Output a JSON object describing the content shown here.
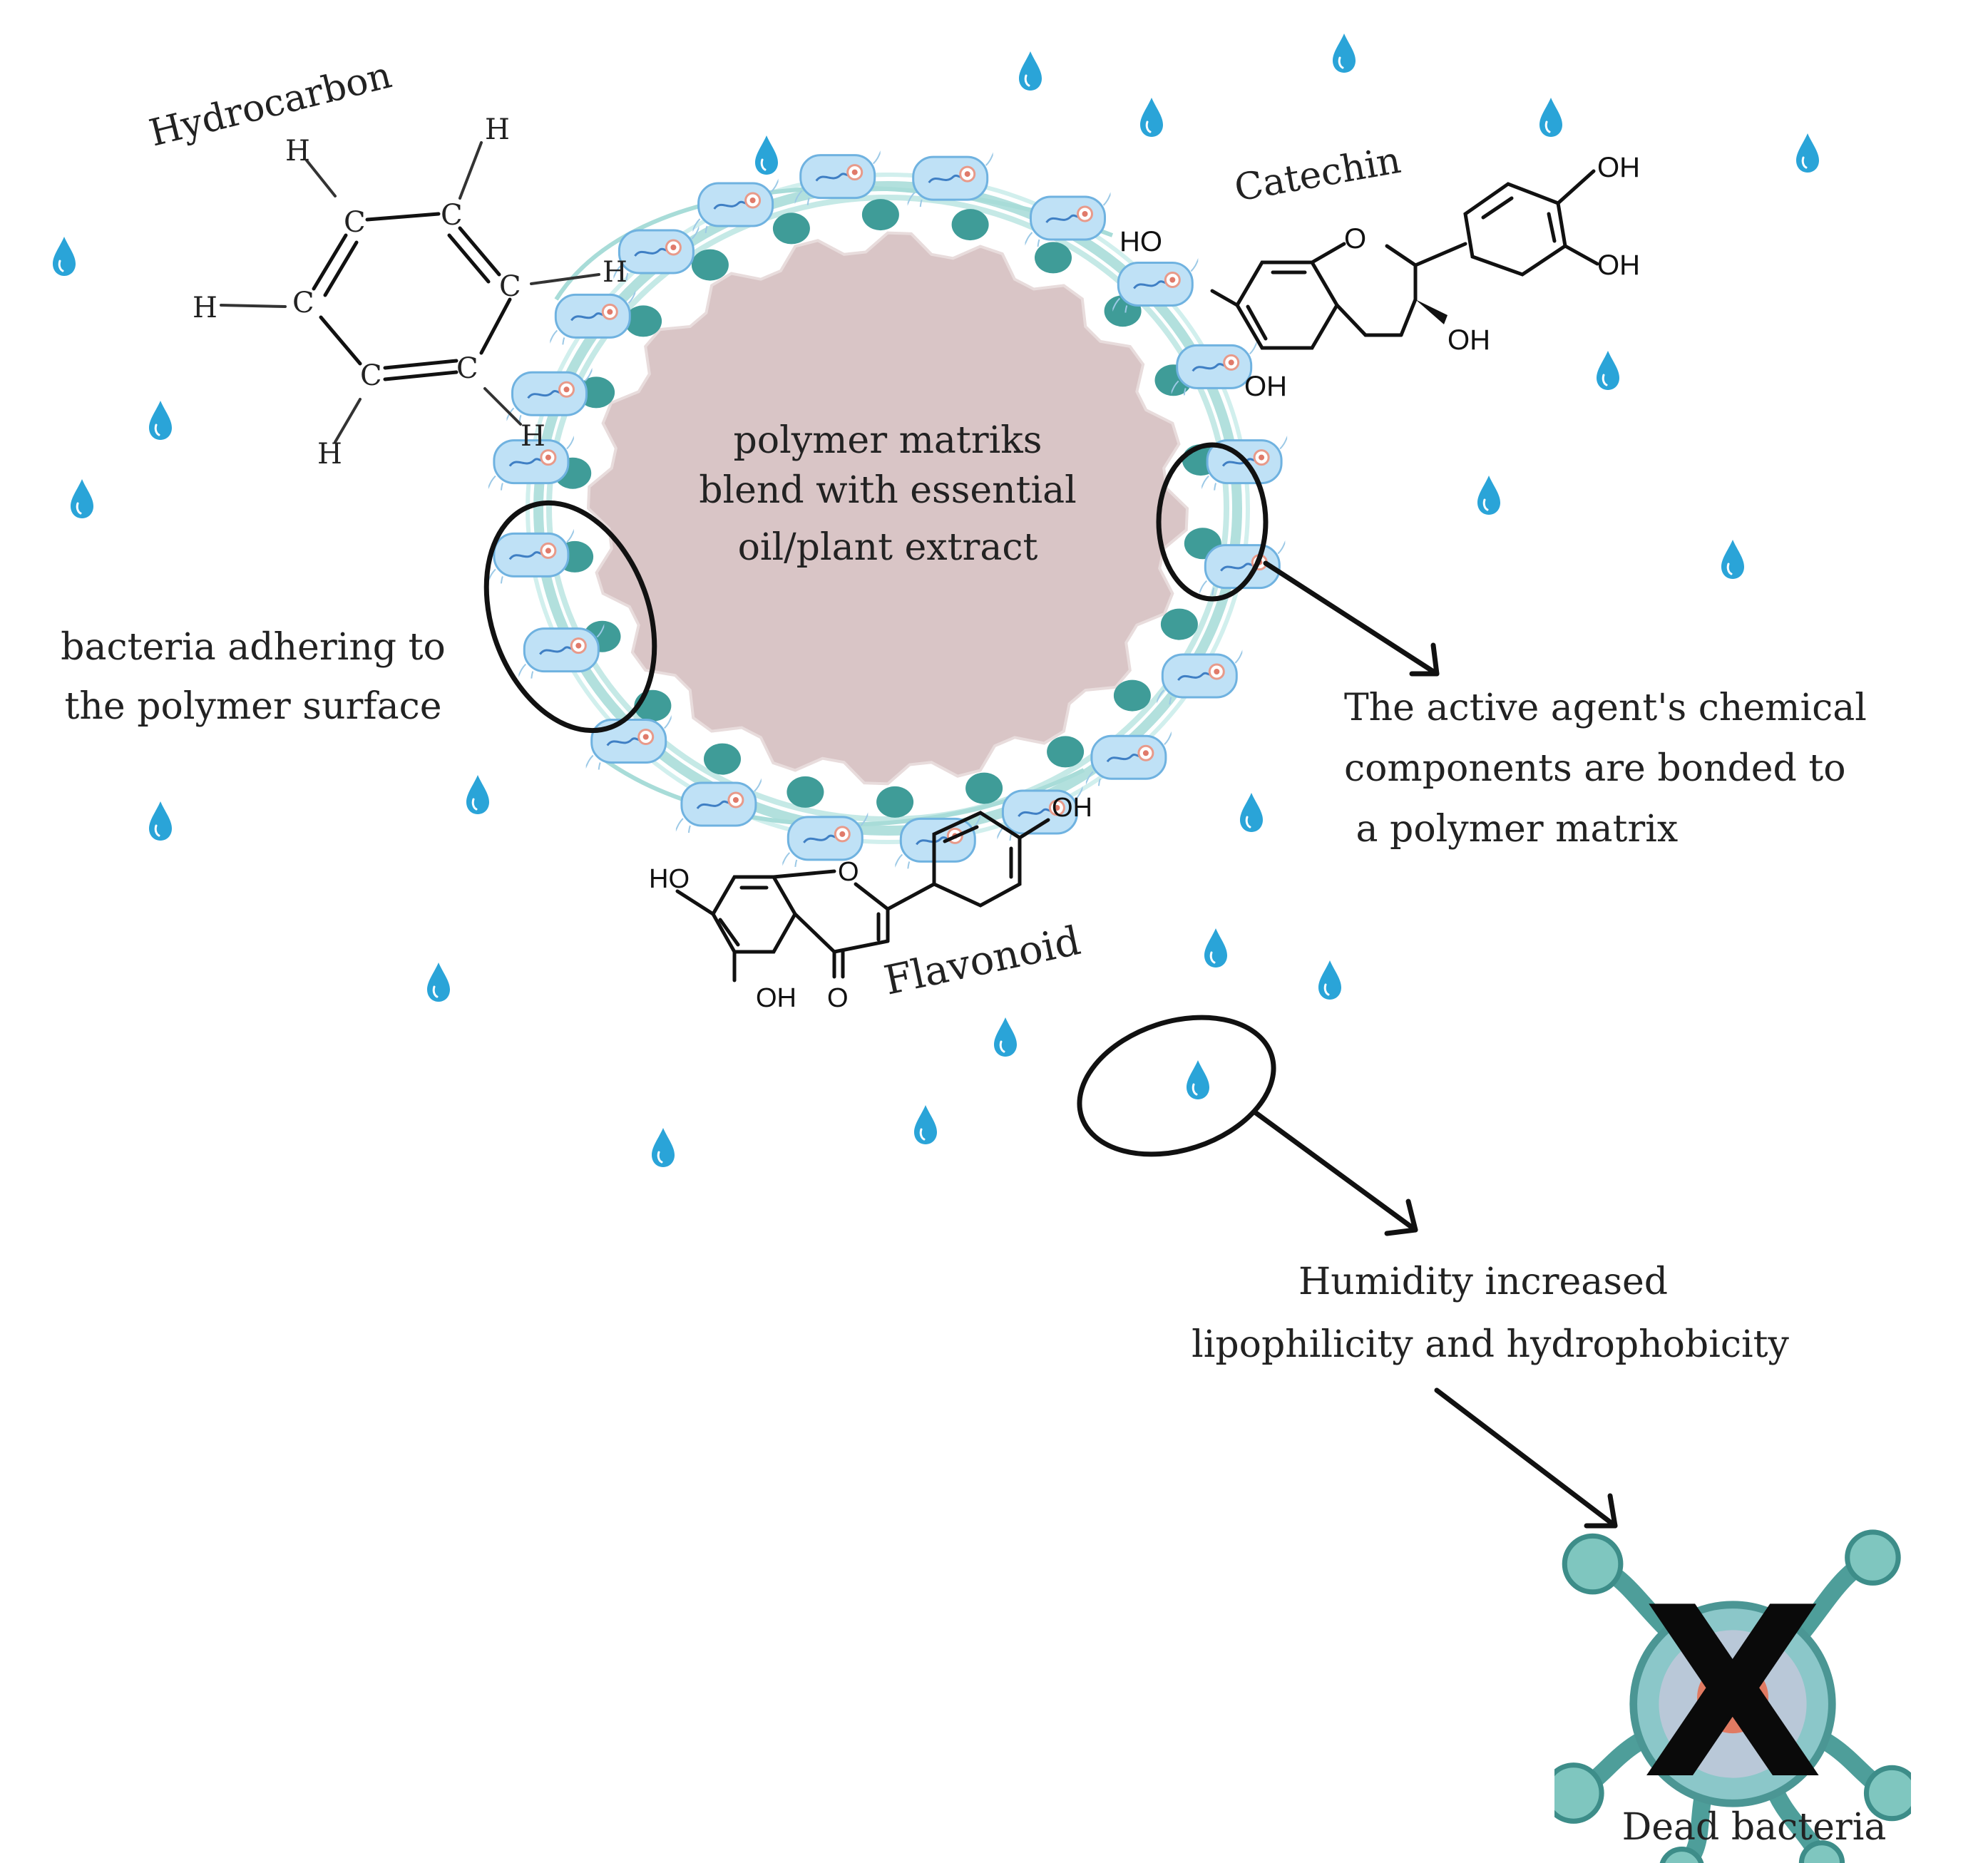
{
  "labels": {
    "hydrocarbon": "Hydrocarbon",
    "catechin": "Catechin",
    "flavonoid": "Flavonoid",
    "matrix_line1": "polymer matriks",
    "matrix_line2": "blend with essential",
    "matrix_line3": "oil/plant extract",
    "adhering_line1": "bacteria adhering to",
    "adhering_line2": "the polymer surface",
    "bonded_line1": "The active agent's chemical",
    "bonded_line2": "components are bonded to",
    "bonded_line3": " a polymer matrix",
    "humidity_line1": "Humidity increased",
    "humidity_line2": "lipophilicity and hydrophobicity",
    "dead": "Dead bacteria",
    "x_mark": "X"
  },
  "atoms": {
    "carbon": "C",
    "hydrogen": "H",
    "oxygen": "O",
    "hydroxyl": "OH",
    "hydroxyl_left": "HO"
  },
  "colors": {
    "matrix_fill": "#d9c5c6",
    "teal_dot": "#3f9c98",
    "ring": "#9fd8d4",
    "bacteria": "#a8d6f2",
    "water_drop": "#2aa4d8",
    "ink": "#111111"
  },
  "icons": [
    "water-drop-icon",
    "bacterium-icon",
    "dead-bacterium-icon",
    "cross-mark-icon"
  ]
}
